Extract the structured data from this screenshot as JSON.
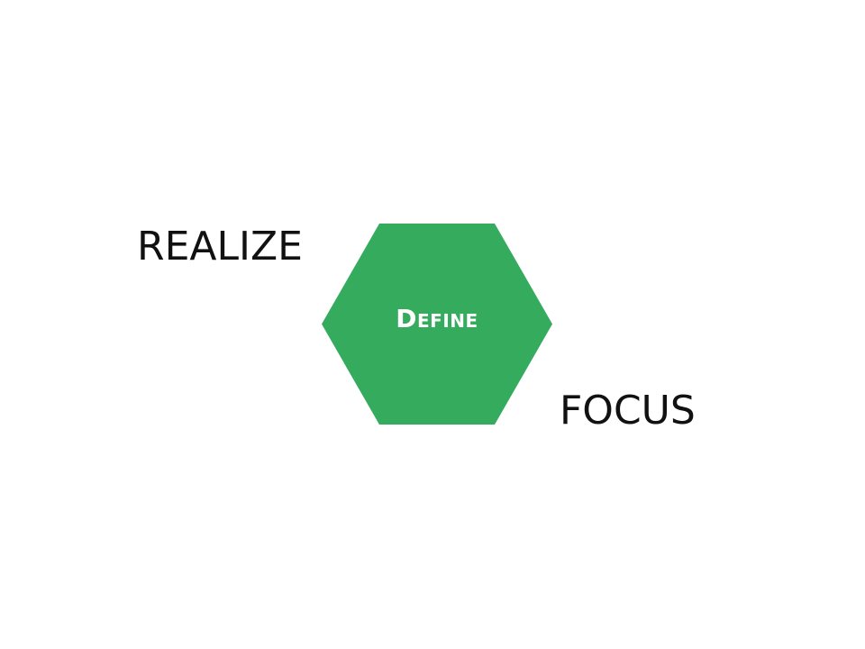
{
  "diagram": {
    "center_label": "Define",
    "center_color": "#35ab5e",
    "labels": {
      "realize": "REALIZE",
      "focus": "FOCUS"
    }
  }
}
